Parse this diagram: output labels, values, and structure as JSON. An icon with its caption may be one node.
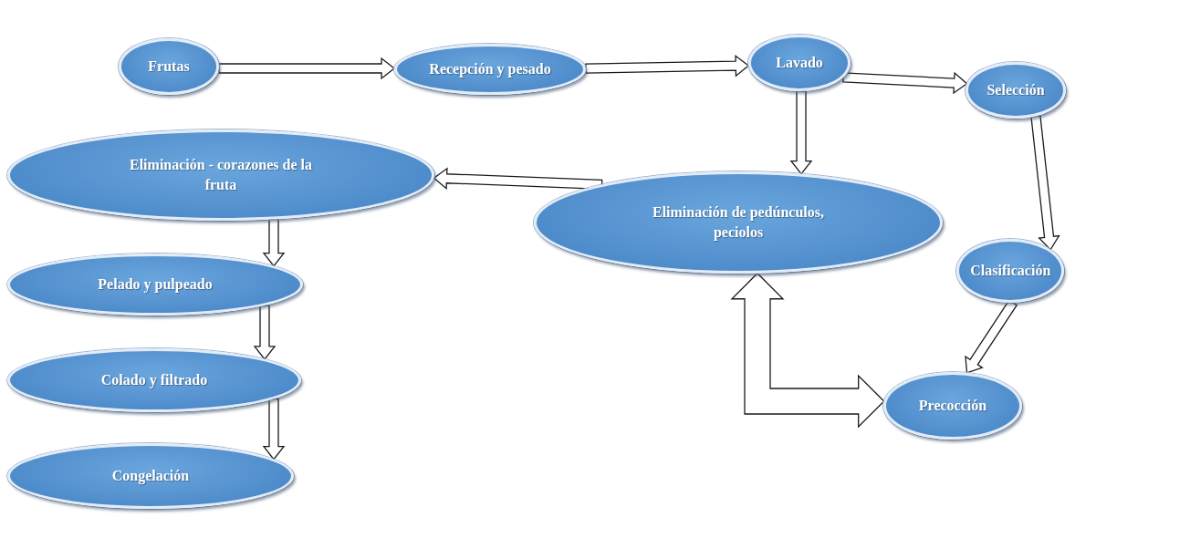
{
  "diagram": {
    "nodes": [
      {
        "text": [
          "Frutas"
        ]
      },
      {
        "text": [
          "Recepción y pesado"
        ]
      },
      {
        "text": [
          "Lavado"
        ]
      },
      {
        "text": [
          "Selección"
        ]
      },
      {
        "text": [
          "Eliminación - corazones de la fruta"
        ]
      },
      {
        "text": [
          "Eliminación de pedúnculos, peciolos"
        ]
      },
      {
        "text": [
          "Clasificación"
        ]
      },
      {
        "text": [
          "Pelado y pulpeado"
        ]
      },
      {
        "text": [
          "Colado y filtrado"
        ]
      },
      {
        "text": [
          "Precocción"
        ]
      },
      {
        "text": [
          "Congelación"
        ]
      }
    ],
    "edges": [
      {
        "from": 0,
        "to": 1,
        "arrow": "to"
      },
      {
        "from": 1,
        "to": 2,
        "arrow": "to"
      },
      {
        "from": 2,
        "to": 3,
        "arrow": "to"
      },
      {
        "from": 2,
        "to": 5,
        "arrow": "to"
      },
      {
        "from": 3,
        "to": 6,
        "arrow": "to"
      },
      {
        "from": 6,
        "to": 9,
        "arrow": "to"
      },
      {
        "from": 9,
        "to": 5,
        "arrow": "both",
        "style": "thick"
      },
      {
        "from": 5,
        "to": 4,
        "arrow": "to"
      },
      {
        "from": 4,
        "to": 7,
        "arrow": "to"
      },
      {
        "from": 7,
        "to": 8,
        "arrow": "to"
      },
      {
        "from": 8,
        "to": 10,
        "arrow": "to"
      }
    ]
  }
}
